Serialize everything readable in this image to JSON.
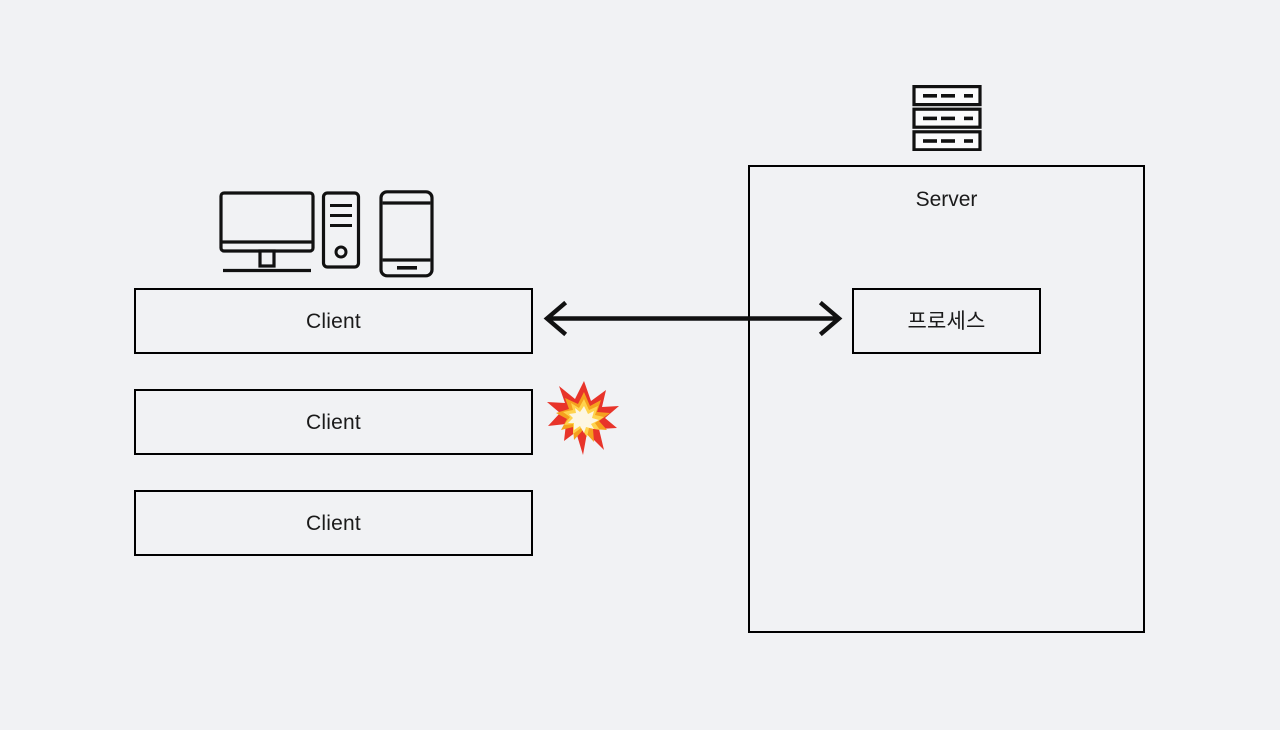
{
  "diagram": {
    "title": "Client-Server process diagram",
    "background_color": "#f1f2f4",
    "stroke_color": "#000000",
    "text_color": "#1a1a1a"
  },
  "clients": [
    {
      "label": "Client"
    },
    {
      "label": "Client"
    },
    {
      "label": "Client"
    }
  ],
  "server": {
    "title": "Server",
    "process": {
      "label": "프로세스"
    }
  },
  "icons": {
    "monitor": "monitor-icon",
    "desktop_tower": "desktop-tower-icon",
    "smartphone": "smartphone-icon",
    "server_rack": "server-rack-icon",
    "collision": "collision-burst-icon",
    "double_arrow": "double-headed-arrow-icon"
  },
  "colors": {
    "burst_outer": "#e8342a",
    "burst_mid": "#f5a11e",
    "burst_inner": "#ffd34d",
    "burst_core": "#fdf6e3"
  }
}
